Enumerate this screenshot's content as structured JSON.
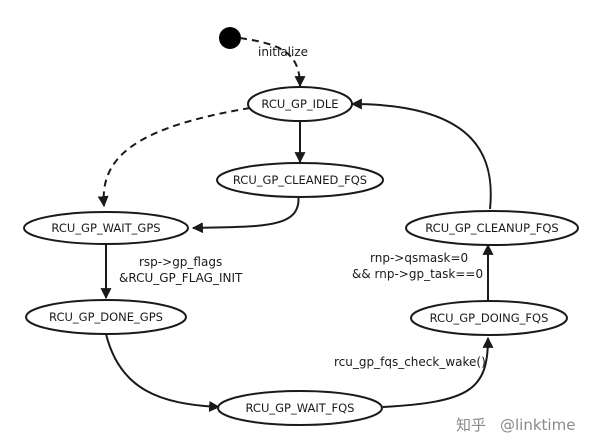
{
  "states": {
    "idle": "RCU_GP_IDLE",
    "cleaned_fqs": "RCU_GP_CLEANED_FQS",
    "wait_gps": "RCU_GP_WAIT_GPS",
    "done_gps": "RCU_GP_DONE_GPS",
    "wait_fqs": "RCU_GP_WAIT_FQS",
    "doing_fqs": "RCU_GP_DOING_FQS",
    "cleanup_fqs": "RCU_GP_CLEANUP_FQS"
  },
  "edges": {
    "initialize": "initialize",
    "gp_flags_line1": "rsp->gp_flags",
    "gp_flags_line2": "&RCU_GP_FLAG_INIT",
    "qsmask_line1": "rnp->qsmask=0",
    "qsmask_line2": "&& rnp->gp_task==0",
    "check_wake": "rcu_gp_fqs_check_wake()"
  },
  "colors": {
    "ink": "#1a1a1a",
    "watermark": "#8a8a8a",
    "background": "#ffffff"
  },
  "watermark": {
    "logo_text": "知乎",
    "handle": "@linktime"
  }
}
